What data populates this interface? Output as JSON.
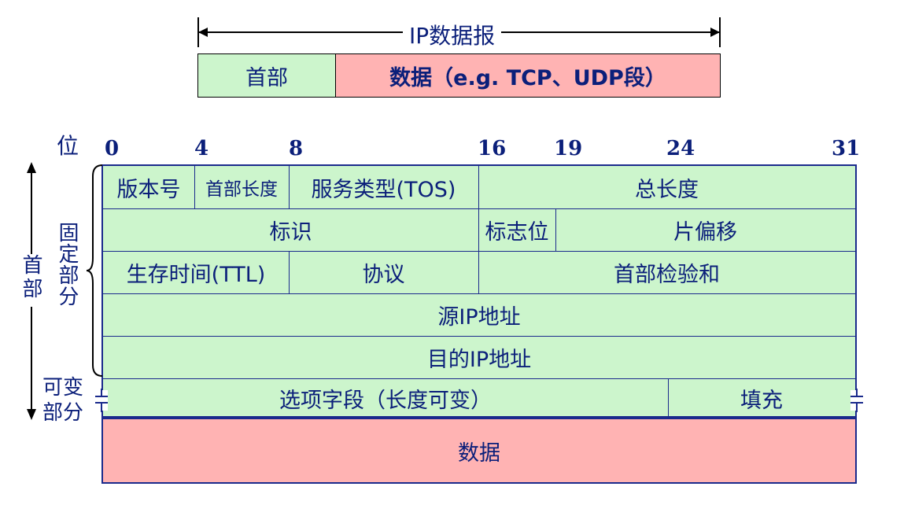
{
  "datagram": {
    "title": "IP数据报",
    "header_label": "首部",
    "data_label": "数据（e.g. TCP、UDP段）"
  },
  "bits": {
    "label": "位",
    "positions": [
      "0",
      "4",
      "8",
      "16",
      "19",
      "24",
      "31"
    ]
  },
  "fields": {
    "version": "版本号",
    "ihl": "首部长度",
    "tos": "服务类型(TOS)",
    "total_length": "总长度",
    "identification": "标识",
    "flags": "标志位",
    "fragment_offset": "片偏移",
    "ttl": "生存时间(TTL)",
    "protocol": "协议",
    "checksum": "首部检验和",
    "src_ip": "源IP地址",
    "dst_ip": "目的IP地址",
    "options": "选项字段（长度可变）",
    "padding": "填充",
    "data": "数据"
  },
  "annotations": {
    "header": "首部",
    "fixed_part": "固定部分",
    "variable_part_line1": "可变",
    "variable_part_line2": "部分"
  },
  "colors": {
    "header_fill": "#ccf5cc",
    "data_fill": "#ffb3b3",
    "line": "#1a2a8c",
    "text": "#0b1f7a"
  }
}
